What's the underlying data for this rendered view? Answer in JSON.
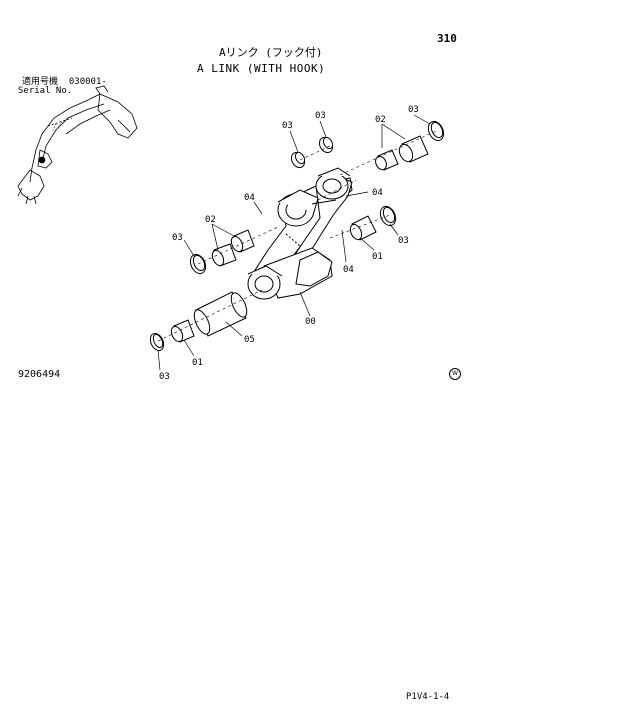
{
  "header": {
    "page_number": "310",
    "title_jp": "Aリンク (フック付)",
    "title_en": "A LINK (WITH HOOK)",
    "serial_label_jp": "適用号機",
    "serial_value": "030001-",
    "serial_label_en": "Serial No."
  },
  "footer": {
    "drawing_number": "9206494",
    "mark": "W",
    "page_code": "P1V4-1-4"
  },
  "callouts": [
    "03",
    "03",
    "02",
    "04",
    "04",
    "02",
    "03",
    "03",
    "01",
    "04",
    "00",
    "05",
    "01",
    "03"
  ]
}
